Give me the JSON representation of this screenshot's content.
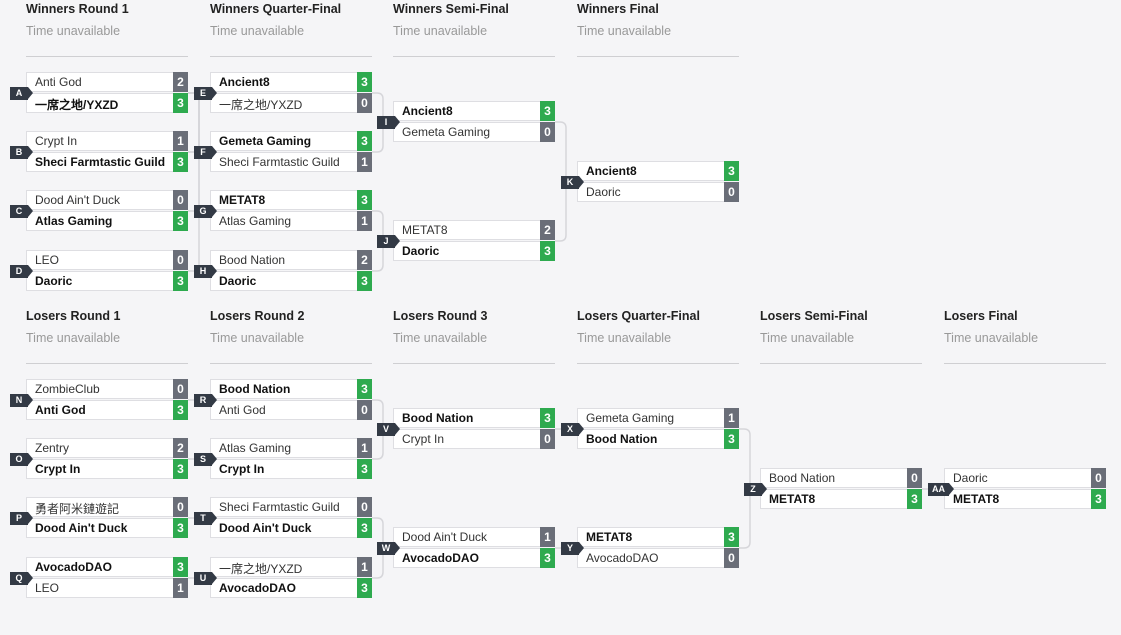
{
  "colors": {
    "win": "#2eaa4f",
    "loss": "#6a6e78",
    "label_bg": "#333a45",
    "connector": "#d6d6da"
  },
  "rounds": [
    {
      "title": "Winners Round 1",
      "time": "Time unavailable"
    },
    {
      "title": "Winners Quarter-Final",
      "time": "Time unavailable"
    },
    {
      "title": "Winners Semi-Final",
      "time": "Time unavailable"
    },
    {
      "title": "Winners Final",
      "time": "Time unavailable"
    },
    {
      "title": "Losers Round 1",
      "time": "Time unavailable"
    },
    {
      "title": "Losers Round 2",
      "time": "Time unavailable"
    },
    {
      "title": "Losers Round 3",
      "time": "Time unavailable"
    },
    {
      "title": "Losers Quarter-Final",
      "time": "Time unavailable"
    },
    {
      "title": "Losers Semi-Final",
      "time": "Time unavailable"
    },
    {
      "title": "Losers Final",
      "time": "Time unavailable"
    }
  ],
  "matches": [
    {
      "label": "A",
      "teams": [
        {
          "name": "Anti God",
          "score": "2",
          "win": false
        },
        {
          "name": "一席之地/YXZD",
          "score": "3",
          "win": true
        }
      ]
    },
    {
      "label": "B",
      "teams": [
        {
          "name": "Crypt In",
          "score": "1",
          "win": false
        },
        {
          "name": "Sheci Farmtastic Guild",
          "score": "3",
          "win": true
        }
      ]
    },
    {
      "label": "C",
      "teams": [
        {
          "name": "Dood Ain't Duck",
          "score": "0",
          "win": false
        },
        {
          "name": "Atlas Gaming",
          "score": "3",
          "win": true
        }
      ]
    },
    {
      "label": "D",
      "teams": [
        {
          "name": "LEO",
          "score": "0",
          "win": false
        },
        {
          "name": "Daoric",
          "score": "3",
          "win": true
        }
      ]
    },
    {
      "label": "E",
      "teams": [
        {
          "name": "Ancient8",
          "score": "3",
          "win": true
        },
        {
          "name": "一席之地/YXZD",
          "score": "0",
          "win": false
        }
      ]
    },
    {
      "label": "F",
      "teams": [
        {
          "name": "Gemeta Gaming",
          "score": "3",
          "win": true
        },
        {
          "name": "Sheci Farmtastic Guild",
          "score": "1",
          "win": false
        }
      ]
    },
    {
      "label": "G",
      "teams": [
        {
          "name": "METAT8",
          "score": "3",
          "win": true
        },
        {
          "name": "Atlas Gaming",
          "score": "1",
          "win": false
        }
      ]
    },
    {
      "label": "H",
      "teams": [
        {
          "name": "Bood Nation",
          "score": "2",
          "win": false
        },
        {
          "name": "Daoric",
          "score": "3",
          "win": true
        }
      ]
    },
    {
      "label": "I",
      "teams": [
        {
          "name": "Ancient8",
          "score": "3",
          "win": true
        },
        {
          "name": "Gemeta Gaming",
          "score": "0",
          "win": false
        }
      ]
    },
    {
      "label": "J",
      "teams": [
        {
          "name": "METAT8",
          "score": "2",
          "win": false
        },
        {
          "name": "Daoric",
          "score": "3",
          "win": true
        }
      ]
    },
    {
      "label": "K",
      "teams": [
        {
          "name": "Ancient8",
          "score": "3",
          "win": true
        },
        {
          "name": "Daoric",
          "score": "0",
          "win": false
        }
      ]
    },
    {
      "label": "N",
      "teams": [
        {
          "name": "ZombieClub",
          "score": "0",
          "win": false
        },
        {
          "name": "Anti God",
          "score": "3",
          "win": true
        }
      ]
    },
    {
      "label": "O",
      "teams": [
        {
          "name": "Zentry",
          "score": "2",
          "win": false
        },
        {
          "name": "Crypt In",
          "score": "3",
          "win": true
        }
      ]
    },
    {
      "label": "P",
      "teams": [
        {
          "name": "勇者阿米鏈遊記",
          "score": "0",
          "win": false
        },
        {
          "name": "Dood Ain't Duck",
          "score": "3",
          "win": true
        }
      ]
    },
    {
      "label": "Q",
      "teams": [
        {
          "name": "AvocadoDAO",
          "score": "3",
          "win": true
        },
        {
          "name": "LEO",
          "score": "1",
          "win": false
        }
      ]
    },
    {
      "label": "R",
      "teams": [
        {
          "name": "Bood Nation",
          "score": "3",
          "win": true
        },
        {
          "name": "Anti God",
          "score": "0",
          "win": false
        }
      ]
    },
    {
      "label": "S",
      "teams": [
        {
          "name": "Atlas Gaming",
          "score": "1",
          "win": false
        },
        {
          "name": "Crypt In",
          "score": "3",
          "win": true
        }
      ]
    },
    {
      "label": "T",
      "teams": [
        {
          "name": "Sheci Farmtastic Guild",
          "score": "0",
          "win": false
        },
        {
          "name": "Dood Ain't Duck",
          "score": "3",
          "win": true
        }
      ]
    },
    {
      "label": "U",
      "teams": [
        {
          "name": "一席之地/YXZD",
          "score": "1",
          "win": false
        },
        {
          "name": "AvocadoDAO",
          "score": "3",
          "win": true
        }
      ]
    },
    {
      "label": "V",
      "teams": [
        {
          "name": "Bood Nation",
          "score": "3",
          "win": true
        },
        {
          "name": "Crypt In",
          "score": "0",
          "win": false
        }
      ]
    },
    {
      "label": "W",
      "teams": [
        {
          "name": "Dood Ain't Duck",
          "score": "1",
          "win": false
        },
        {
          "name": "AvocadoDAO",
          "score": "3",
          "win": true
        }
      ]
    },
    {
      "label": "X",
      "teams": [
        {
          "name": "Gemeta Gaming",
          "score": "1",
          "win": false
        },
        {
          "name": "Bood Nation",
          "score": "3",
          "win": true
        }
      ]
    },
    {
      "label": "Y",
      "teams": [
        {
          "name": "METAT8",
          "score": "3",
          "win": true
        },
        {
          "name": "AvocadoDAO",
          "score": "0",
          "win": false
        }
      ]
    },
    {
      "label": "Z",
      "teams": [
        {
          "name": "Bood Nation",
          "score": "0",
          "win": false
        },
        {
          "name": "METAT8",
          "score": "3",
          "win": true
        }
      ]
    },
    {
      "label": "AA",
      "teams": [
        {
          "name": "Daoric",
          "score": "0",
          "win": false
        },
        {
          "name": "METAT8",
          "score": "3",
          "win": true
        }
      ]
    }
  ]
}
